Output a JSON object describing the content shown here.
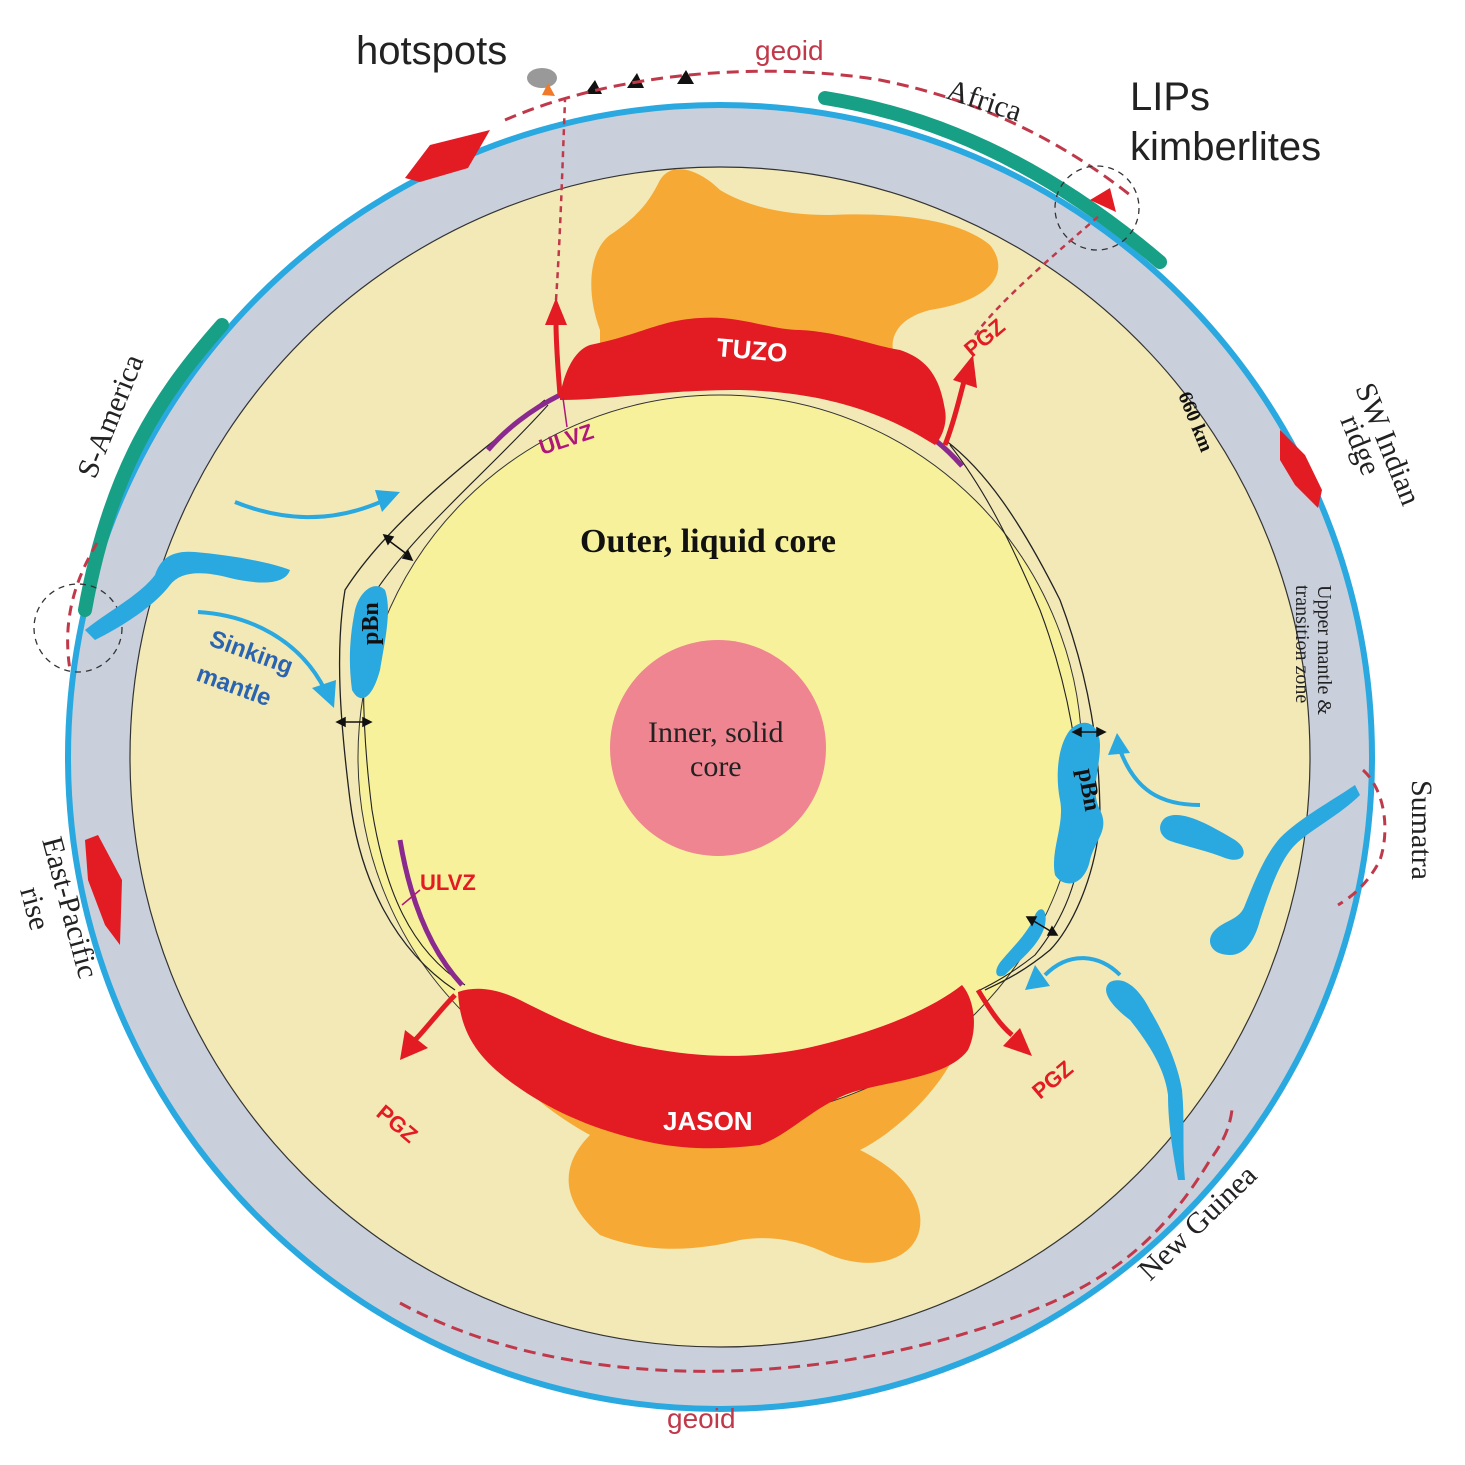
{
  "labels": {
    "hotspots": "hotspots",
    "geoid_top": "geoid",
    "geoid_bottom": "geoid",
    "africa": "Africa",
    "lips": "LIPs",
    "kimberlites": "kimberlites",
    "s_america": "S-America",
    "sw_indian_line1": "SW Indian",
    "sw_indian_line2": "ridge",
    "sumatra": "Sumatra",
    "new_guinea": "New Guinea",
    "east_pacific_line1": "East-Pacific",
    "east_pacific_line2": "rise",
    "tuzo": "TUZO",
    "jason": "JASON",
    "pgz_top": "PGZ",
    "pgz_left": "PGZ",
    "pgz_right": "PGZ",
    "ulvz_top": "ULVZ",
    "ulvz_bottom": "ULVZ",
    "outer_core": "Outer, liquid core",
    "inner_core_line1": "Inner, solid",
    "inner_core_line2": "core",
    "pbn_left": "pBn",
    "pbn_right": "pBn",
    "sinking_line1": "Sinking",
    "sinking_line2": "mantle",
    "km660": "660 km",
    "upper_mantle_line1": "Upper mantle &",
    "upper_mantle_line2": "transition zone"
  },
  "colors": {
    "upper_mantle": "#c9d0dc",
    "lower_mantle": "#f2e9b7",
    "outer_core": "#f8f19c",
    "inner_core": "#ee8590",
    "llsvp": "#e31b23",
    "plume_region": "#f6aa35",
    "slab": "#2aa8e0",
    "continent": "#17a085",
    "geoid_line": "#c0394a",
    "ulvz": "#8b2a8e"
  }
}
